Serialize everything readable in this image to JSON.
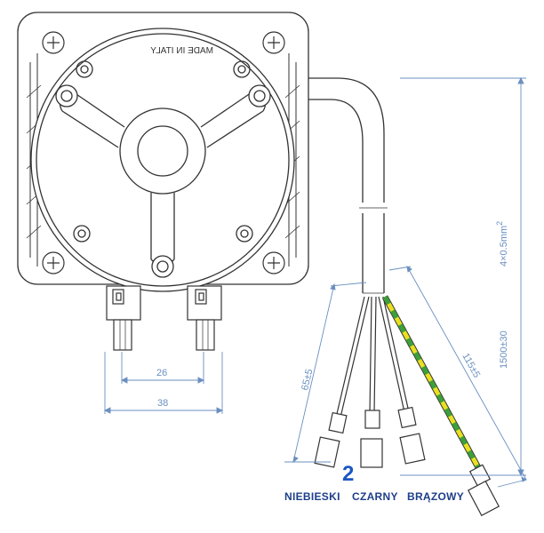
{
  "motor": {
    "stamp": "MADE IN ITALY"
  },
  "dimensions": {
    "pin_spacing": "26",
    "terminal_width": "38",
    "cable_length": "1500±30",
    "cable_spec_main": "4×0.5mm",
    "cable_spec_exp": "2",
    "lead_short": "65±5",
    "lead_long": "115±5"
  },
  "callout": "2",
  "wires": [
    {
      "label": "NIEBIESKI"
    },
    {
      "label": "CZARNY"
    },
    {
      "label": "BRĄZOWY"
    }
  ],
  "colors": {
    "line": "#333333",
    "dimension": "#6a8fc0",
    "label": "#1e3f8a",
    "callout": "#1a56c4",
    "earth_yellow": "#e8e020",
    "earth_green": "#3aa03a"
  }
}
